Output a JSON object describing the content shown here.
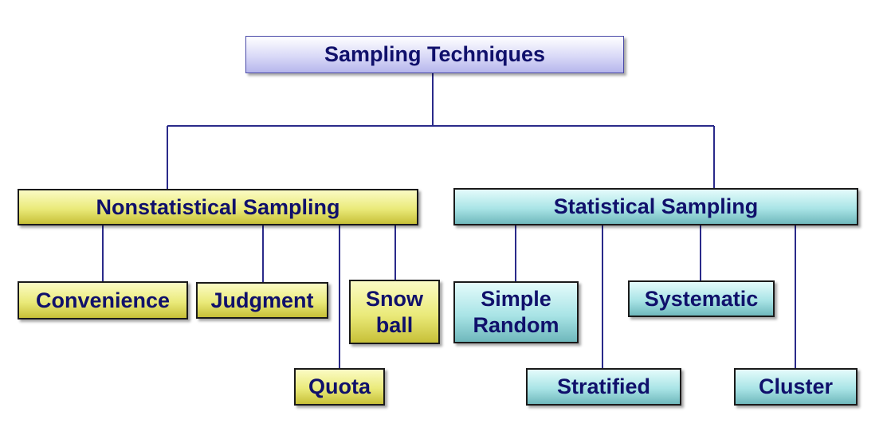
{
  "diagram": {
    "root": {
      "label": "Sampling Techniques"
    },
    "branches": [
      {
        "label": "Nonstatistical Sampling",
        "color": "#eaea7a",
        "children": [
          "Convenience",
          "Judgment",
          "Quota",
          "Snow ball"
        ]
      },
      {
        "label": "Statistical Sampling",
        "color": "#a9e4e6",
        "children": [
          "Simple Random",
          "Stratified",
          "Systematic",
          "Cluster"
        ]
      }
    ],
    "line_color": "#2a2a8a",
    "text_color": "#10106b"
  }
}
